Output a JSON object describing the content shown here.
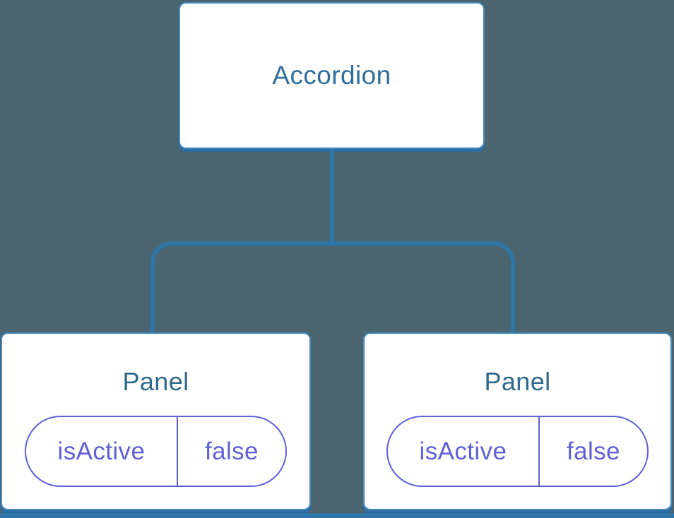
{
  "colors": {
    "bg": "#4a6570",
    "line": "#2e75a8",
    "node-border": "#4489bd",
    "node-shadow": "#2d6da5",
    "root-label": "#306e9e",
    "panel-label": "#2f698c",
    "accent-purple": "#6160d8"
  },
  "tree": {
    "root": {
      "label": "Accordion"
    },
    "children": [
      {
        "label": "Panel",
        "prop": {
          "name": "isActive",
          "value": "false"
        }
      },
      {
        "label": "Panel",
        "prop": {
          "name": "isActive",
          "value": "false"
        }
      }
    ]
  }
}
